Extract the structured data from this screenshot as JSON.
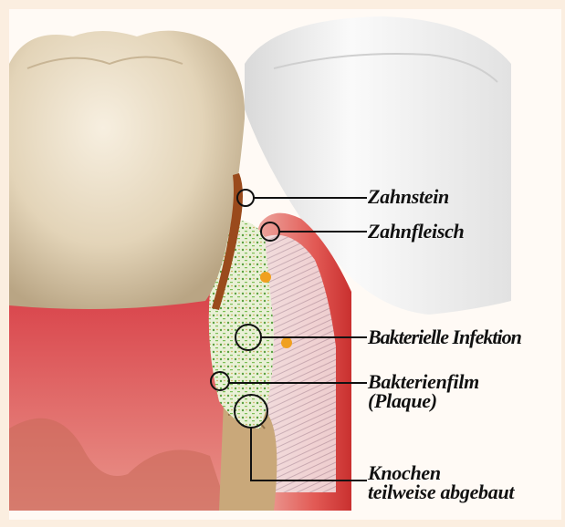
{
  "labels": {
    "zahnstein": "Zahnstein",
    "zahnfleisch": "Zahnfleisch",
    "infektion": "Bakterielle Infektion",
    "bakterienfilm_line1": "Bakterienfilm",
    "bakterienfilm_line2": "(Plaque)",
    "knochen_line1": "Knochen",
    "knochen_line2": "teilweise abgebaut"
  },
  "colors": {
    "background": "#fbeee0",
    "gum": "#d8544f",
    "tooth_enamel": "#e8dcc6",
    "neighbor_tooth": "#f1f1f1",
    "tartar": "#9a4a1c",
    "bacteria": "#6aa84f",
    "infection": "#f0a020",
    "bone": "#c9a87a"
  }
}
